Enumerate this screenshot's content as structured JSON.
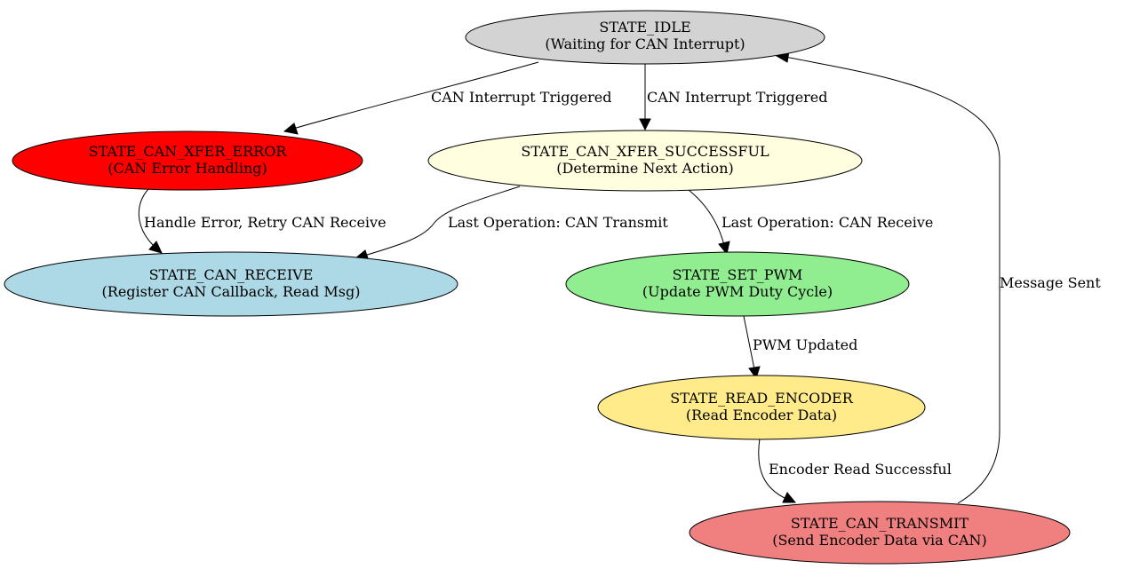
{
  "nodes": {
    "idle": {
      "line1": "STATE_IDLE",
      "line2": "(Waiting for CAN Interrupt)",
      "fill": "#d3d3d3"
    },
    "xfer_error": {
      "line1": "STATE_CAN_XFER_ERROR",
      "line2": "(CAN Error Handling)",
      "fill": "#ff0000"
    },
    "xfer_successful": {
      "line1": "STATE_CAN_XFER_SUCCESSFUL",
      "line2": "(Determine Next Action)",
      "fill": "#ffffe0"
    },
    "can_receive": {
      "line1": "STATE_CAN_RECEIVE",
      "line2": "(Register CAN Callback, Read Msg)",
      "fill": "#add8e6"
    },
    "set_pwm": {
      "line1": "STATE_SET_PWM",
      "line2": "(Update PWM Duty Cycle)",
      "fill": "#90ee90"
    },
    "read_encoder": {
      "line1": "STATE_READ_ENCODER",
      "line2": "(Read Encoder Data)",
      "fill": "#ffeb8a"
    },
    "can_transmit": {
      "line1": "STATE_CAN_TRANSMIT",
      "line2": "(Send Encoder Data via CAN)",
      "fill": "#f08080"
    }
  },
  "edges": {
    "idle_to_error": "CAN Interrupt Triggered",
    "idle_to_successful": "CAN Interrupt Triggered",
    "error_to_receive": "Handle Error, Retry CAN Receive",
    "successful_to_receive": "Last Operation: CAN Transmit",
    "successful_to_pwm": "Last Operation: CAN Receive",
    "pwm_to_encoder": "PWM Updated",
    "encoder_to_transmit": "Encoder Read Successful",
    "transmit_to_idle": "Message Sent"
  }
}
